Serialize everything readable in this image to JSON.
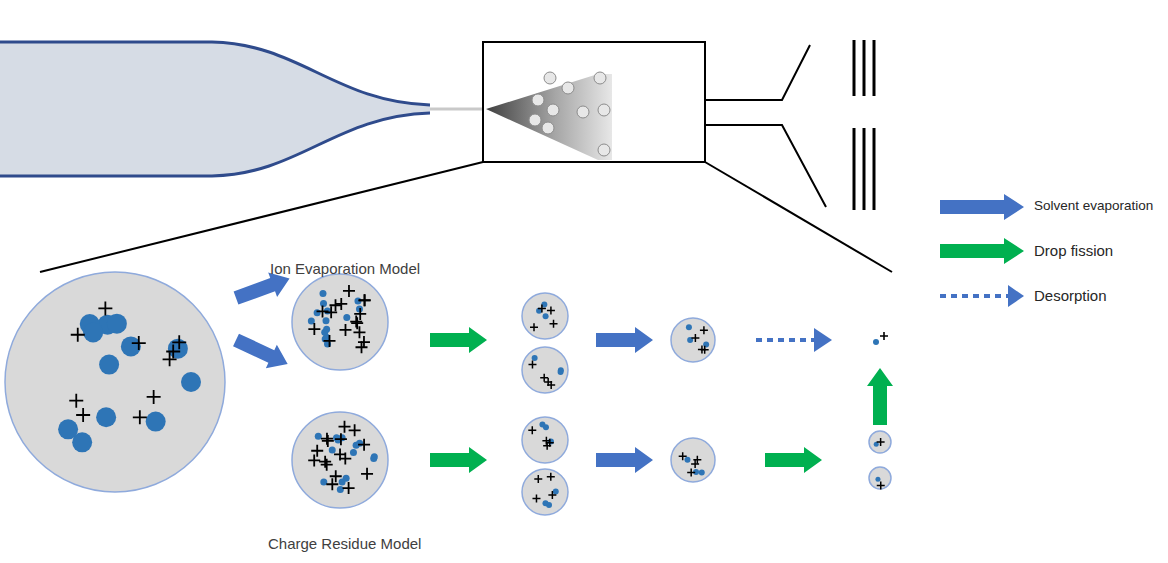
{
  "diagram": {
    "labels": [
      "Ion Evaporation Model",
      "Charge Residue Model"
    ],
    "legend": [
      {
        "text": "Solvent evaporation",
        "color": "#4472C4"
      },
      {
        "text": "Drop fission",
        "color": "#00B050"
      },
      {
        "text": "Desorption"
      }
    ]
  }
}
